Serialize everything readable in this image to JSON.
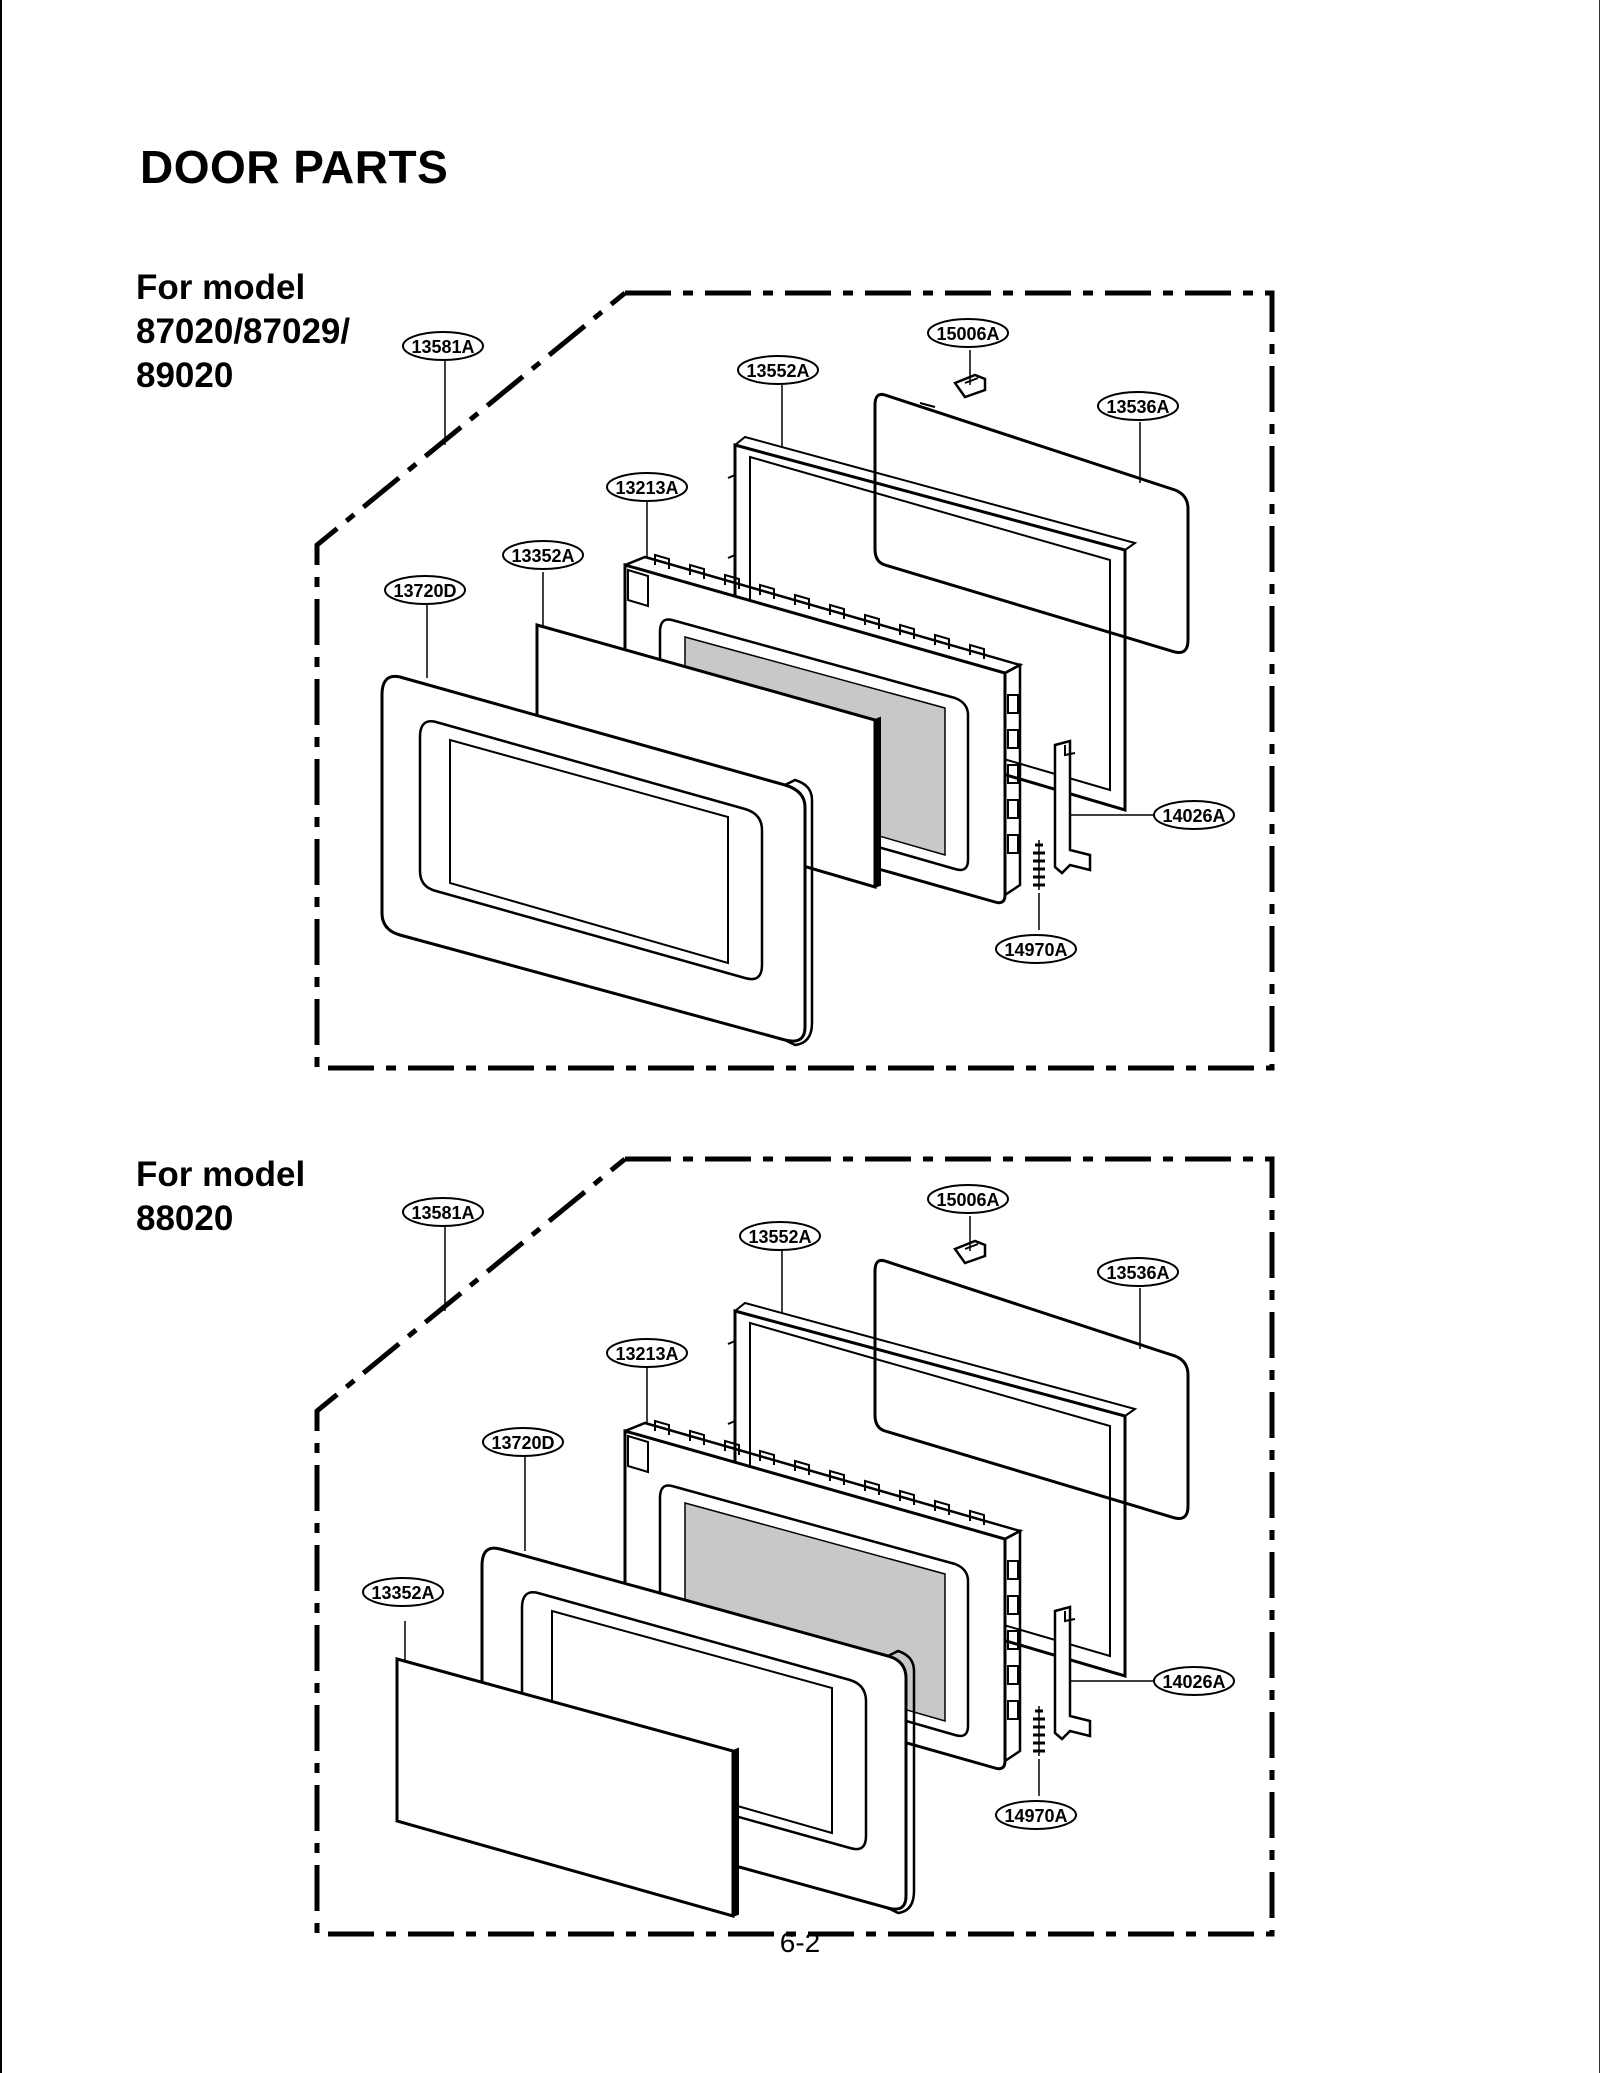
{
  "page_title": "DOOR PARTS",
  "page_number": "6-2",
  "sections": [
    {
      "model_lines": [
        "For model",
        "87020/87029/",
        "89020"
      ],
      "parts": {
        "p13581A": "13581A",
        "p15006A": "15006A",
        "p13552A": "13552A",
        "p13536A": "13536A",
        "p13213A": "13213A",
        "p13352A": "13352A",
        "p13720D": "13720D",
        "p14026A": "14026A",
        "p14970A": "14970A"
      }
    },
    {
      "model_lines": [
        "For model",
        "88020"
      ],
      "parts": {
        "p13581A": "13581A",
        "p15006A": "15006A",
        "p13552A": "13552A",
        "p13536A": "13536A",
        "p13213A": "13213A",
        "p13720D": "13720D",
        "p13352A": "13352A",
        "p14026A": "14026A",
        "p14970A": "14970A"
      }
    }
  ]
}
